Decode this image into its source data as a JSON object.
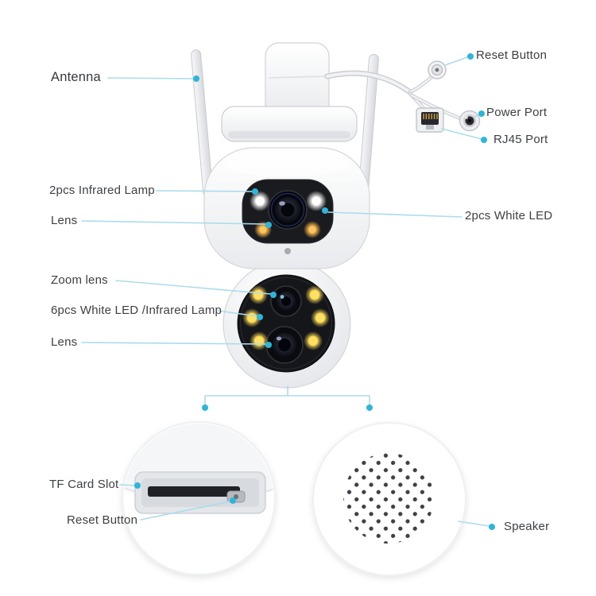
{
  "colors": {
    "accent_dot": "#2db6d8",
    "callout_line": "#abdcec",
    "label_text": "#3d4045",
    "camera_body": "#ffffff",
    "camera_faceplate": "#1a1b1f",
    "led_yellow": "#ffe066",
    "led_amber": "#ffc65a"
  },
  "labels": {
    "antenna": "Antenna",
    "reset_button_top": "Reset Button",
    "power_port": "Power Port",
    "rj45_port": "RJ45 Port",
    "infrared_lamp": "2pcs Infrared Lamp",
    "lens_top": "Lens",
    "white_led": "2pcs White LED",
    "zoom_lens": "Zoom lens",
    "six_led": "6pcs White LED /Infrared Lamp",
    "lens_bottom": "Lens",
    "tf_card_slot": "TF Card Slot",
    "reset_button_bottom": "Reset Button",
    "speaker": "Speaker"
  }
}
